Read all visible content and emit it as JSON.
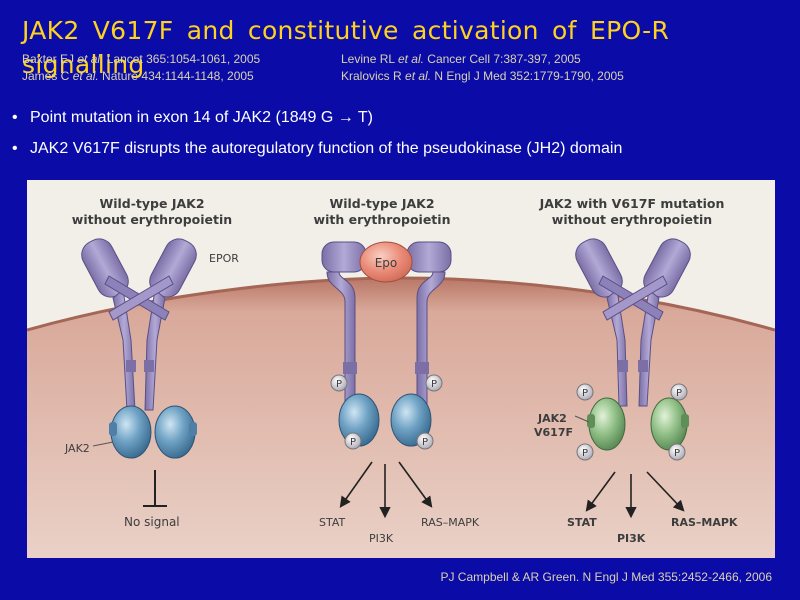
{
  "slide": {
    "title": "JAK2 V617F and constitutive activation of EPO-R signalling"
  },
  "references": {
    "r1": {
      "author": "Baxter EJ",
      "etal": "et al.",
      "rest": "Lancet 365:1054-1061, 2005"
    },
    "r2": {
      "author": "James C",
      "etal": "et al.",
      "rest": "Nature 434:1144-1148, 2005"
    },
    "r3": {
      "author": "Levine RL",
      "etal": "et al.",
      "rest": "Cancer Cell 7:387-397, 2005"
    },
    "r4": {
      "author": "Kralovics R",
      "etal": "et al.",
      "rest": "N Engl J Med 352:1779-1790, 2005"
    }
  },
  "bullets": [
    "Point mutation in exon 14 of JAK2 (1849 G → T)",
    "JAK2 V617F disrupts the autoregulatory function of the pseudokinase (JH2) domain"
  ],
  "figure": {
    "panel1": {
      "title_line1": "Wild-type JAK2",
      "title_line2": "without erythropoietin",
      "epor_label": "EPOR",
      "jak2_label": "JAK2",
      "no_signal": "No signal"
    },
    "panel2": {
      "title_line1": "Wild-type JAK2",
      "title_line2": "with erythropoietin",
      "epo_label": "Epo",
      "stat": "STAT",
      "pi3k": "PI3K",
      "ras": "RAS–MAPK",
      "phospho": "P"
    },
    "panel3": {
      "title_line1": "JAK2 with V617F mutation",
      "title_line2": "without erythropoietin",
      "mut_label_line1": "JAK2",
      "mut_label_line2": "V617F",
      "stat": "STAT",
      "pi3k": "PI3K",
      "ras": "RAS–MAPK",
      "phospho": "P"
    },
    "colors": {
      "receptor": "#9a8ec0",
      "membrane": "#d3a08e",
      "jak2_wildtype": "#6fa2c4",
      "jak2_mutant": "#94c28a",
      "epo": "#ea8a76"
    }
  },
  "footer": {
    "reference": "PJ Campbell & AR Green. N Engl J Med 355:2452-2466, 2006"
  }
}
